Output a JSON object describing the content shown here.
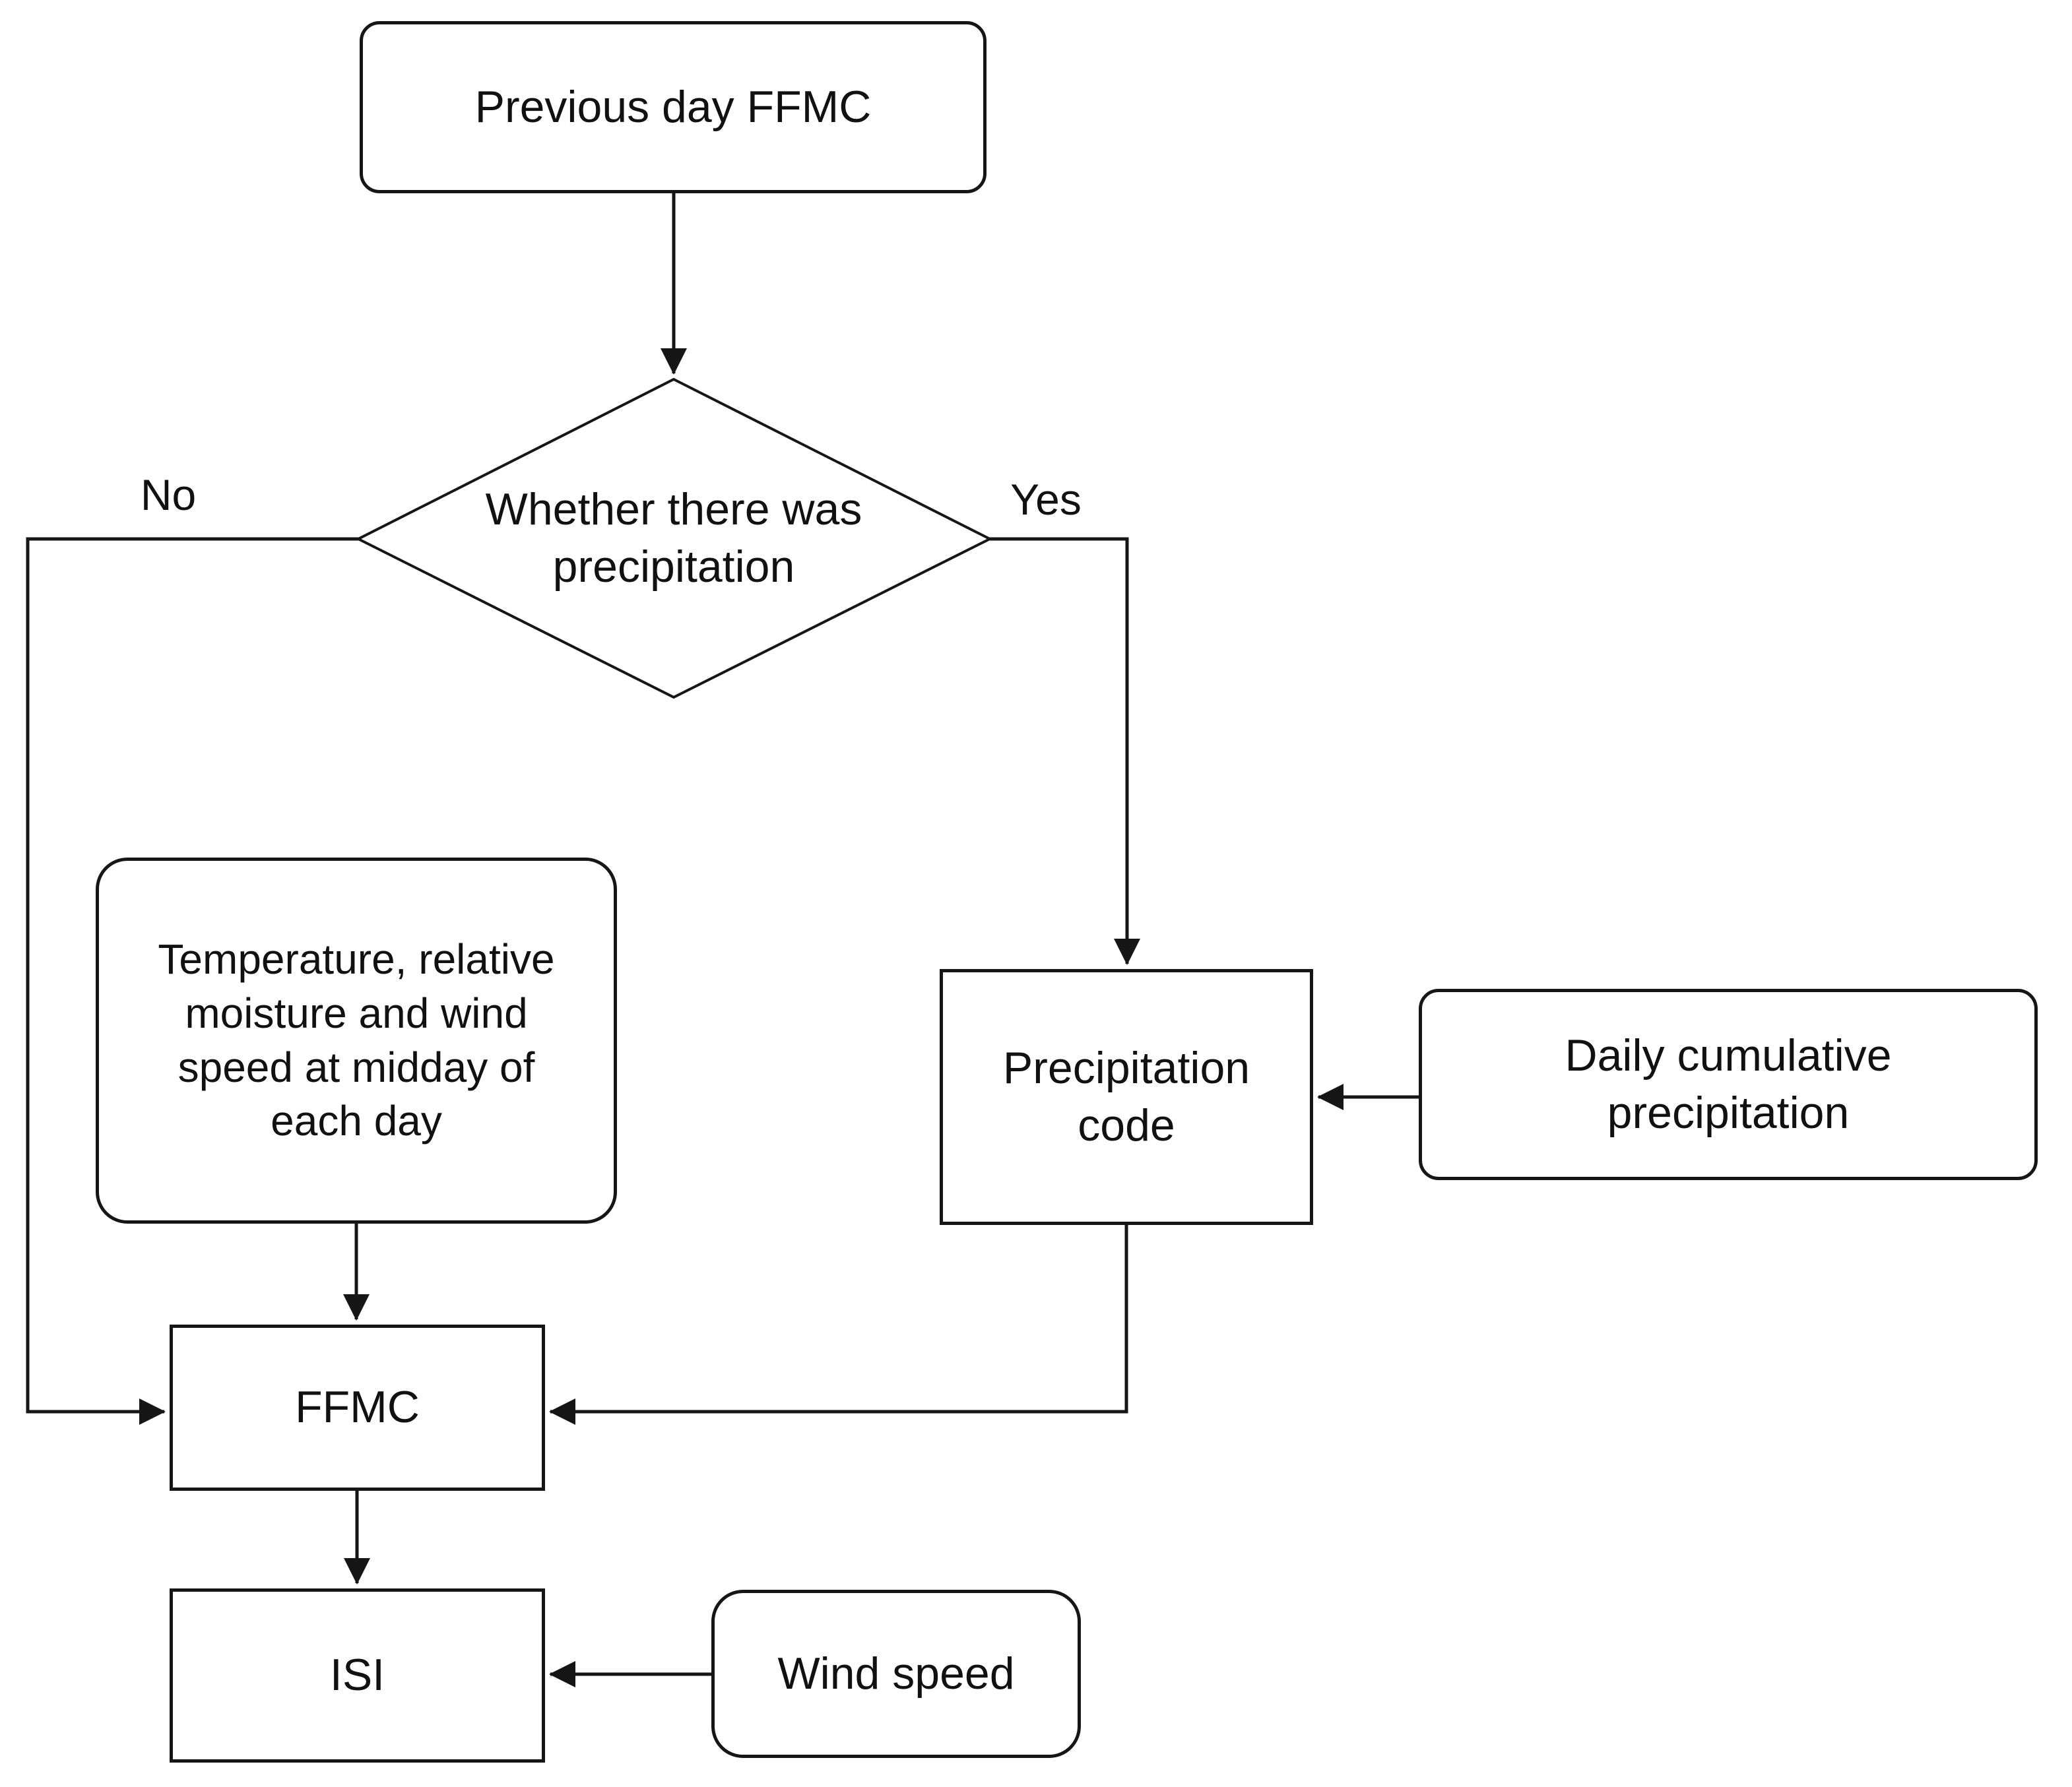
{
  "diagram": {
    "type": "flowchart",
    "colors": {
      "background": "#ffffff",
      "stroke": "#161616",
      "node_fill": "#ffffff",
      "text": "#111111"
    },
    "nodes": {
      "previous_day_ffmc": {
        "label": "Previous day FFMC",
        "shape": "rounded-rectangle"
      },
      "precipitation_decision": {
        "label": "Whether there was\nprecipitation",
        "shape": "diamond"
      },
      "temperature_inputs": {
        "label": "Temperature, relative\nmoisture and wind\nspeed at midday of\neach day",
        "shape": "rounded-rectangle"
      },
      "precipitation_code": {
        "label": "Precipitation\ncode",
        "shape": "rectangle"
      },
      "daily_cumulative_precipitation": {
        "label": "Daily cumulative\nprecipitation",
        "shape": "rounded-rectangle"
      },
      "ffmc": {
        "label": "FFMC",
        "shape": "rectangle"
      },
      "isi": {
        "label": "ISI",
        "shape": "rectangle"
      },
      "wind_speed": {
        "label": "Wind speed",
        "shape": "rounded-rectangle"
      }
    },
    "edge_labels": {
      "no": "No",
      "yes": "Yes"
    },
    "edges": [
      {
        "from": "previous_day_ffmc",
        "to": "precipitation_decision",
        "label": ""
      },
      {
        "from": "precipitation_decision",
        "to": "ffmc",
        "label": "No"
      },
      {
        "from": "precipitation_decision",
        "to": "precipitation_code",
        "label": "Yes"
      },
      {
        "from": "daily_cumulative_precipitation",
        "to": "precipitation_code",
        "label": ""
      },
      {
        "from": "precipitation_code",
        "to": "ffmc",
        "label": ""
      },
      {
        "from": "temperature_inputs",
        "to": "ffmc",
        "label": ""
      },
      {
        "from": "ffmc",
        "to": "isi",
        "label": ""
      },
      {
        "from": "wind_speed",
        "to": "isi",
        "label": ""
      }
    ]
  }
}
